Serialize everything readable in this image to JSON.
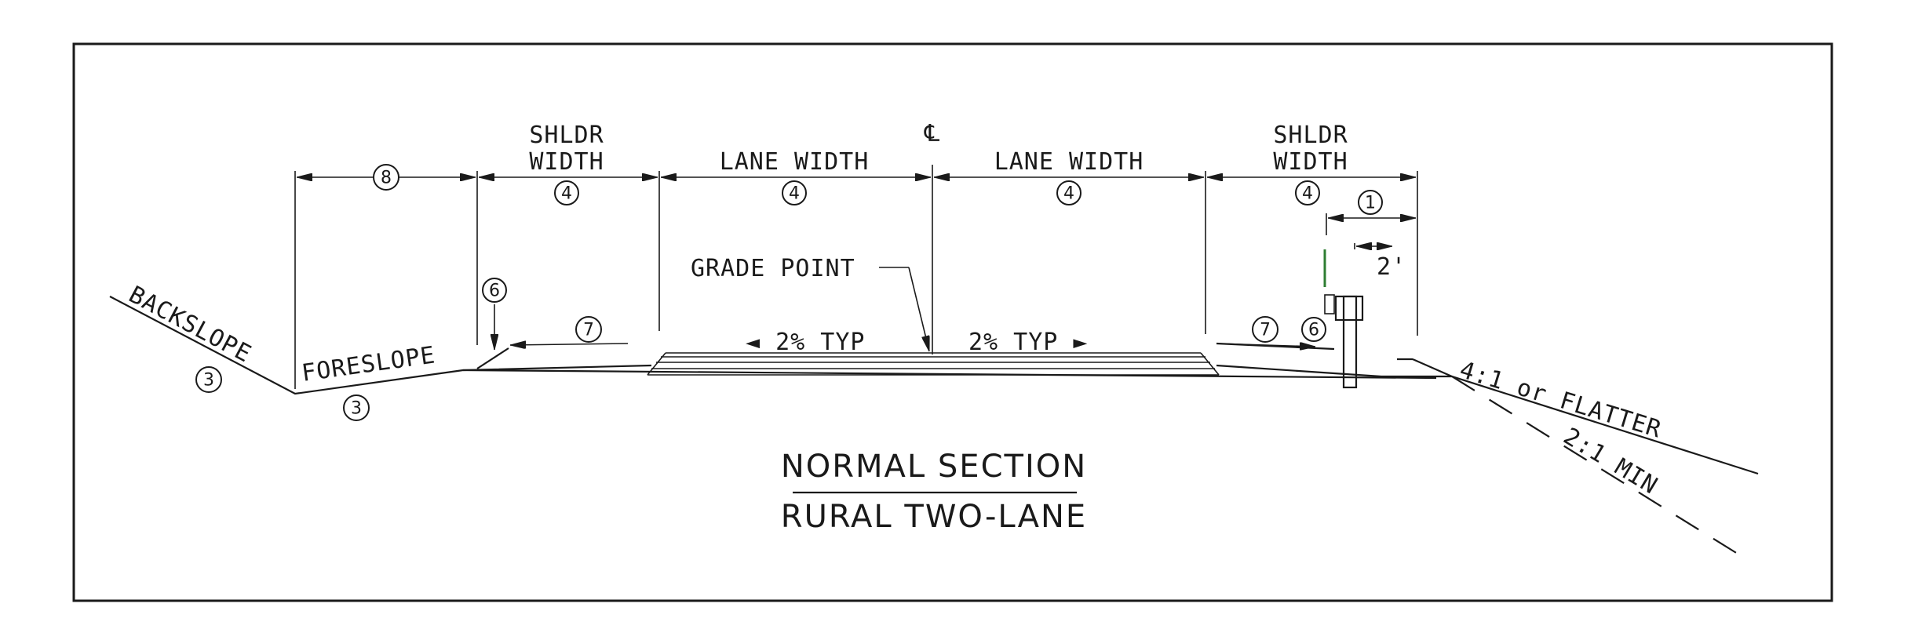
{
  "title": {
    "line1": "NORMAL SECTION",
    "line2": "RURAL TWO-LANE"
  },
  "labels": {
    "shldr": "SHLDR",
    "width": "WIDTH",
    "lane_width": "LANE WIDTH",
    "centerline": "℄",
    "grade_point": "GRADE POINT",
    "typ_left": "◄ 2% TYP",
    "typ_right": "2% TYP ►",
    "backslope": "BACKSLOPE",
    "foreslope": "FORESLOPE",
    "flatter": "4:1 or FLATTER",
    "min": "2:1 MIN",
    "two_ft": "2'"
  },
  "callouts": {
    "c1": "1",
    "c3": "3",
    "c4": "4",
    "c6": "6",
    "c7": "7",
    "c8": "8"
  },
  "colors": {
    "line": "#1a1a1a",
    "accent": "#2e7d32"
  }
}
